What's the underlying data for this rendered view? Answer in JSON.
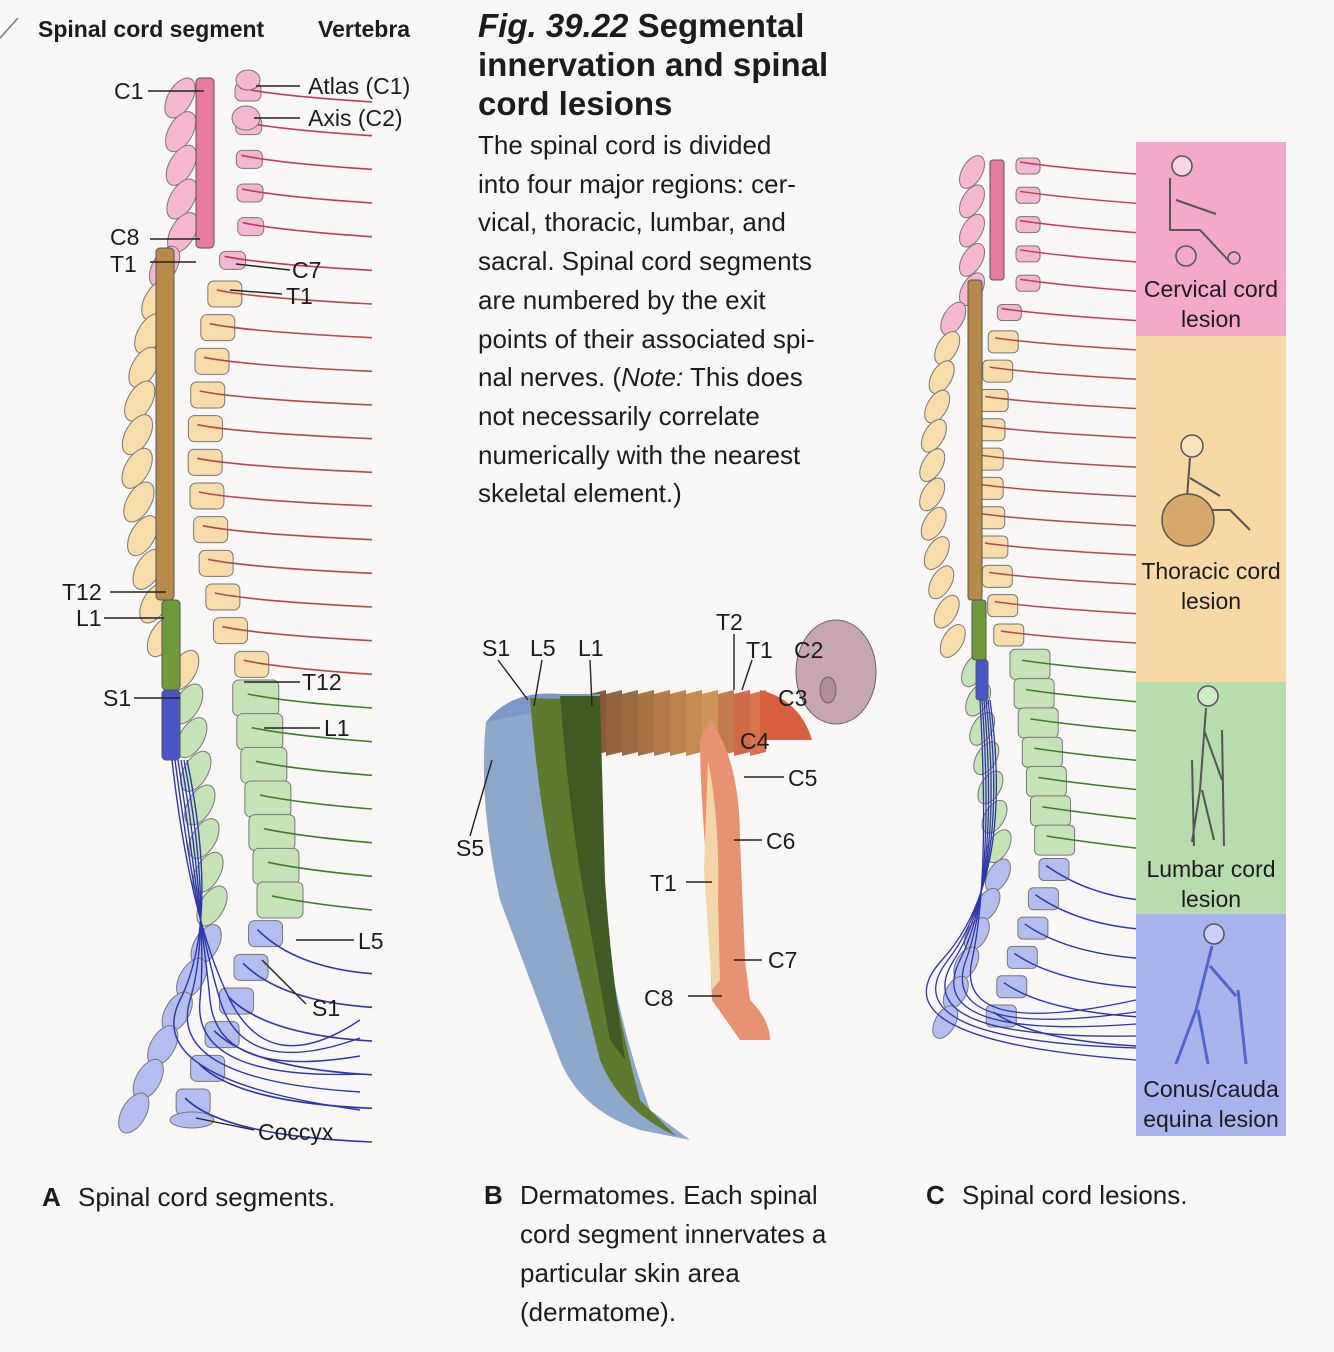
{
  "panel_a": {
    "header_segment": "Spinal cord segment",
    "header_vertebra": "Vertebra",
    "cord_labels": [
      "C1",
      "C8",
      "T1",
      "T12",
      "L1",
      "S1"
    ],
    "vertebra_labels": [
      "Atlas (C1)",
      "Axis (C2)",
      "C7",
      "T1",
      "T12",
      "L1",
      "L5",
      "S1",
      "Coccyx"
    ],
    "caption_letter": "A",
    "caption": "Spinal cord segments."
  },
  "figure": {
    "number": "Fig. 39.22",
    "title": "Segmental innervation and spinal cord lesions",
    "body_lines": [
      "The spinal cord is divided",
      "into four major regions: cer-",
      "vical, thoracic, lumbar, and",
      "sacral. Spinal cord segments",
      "are numbered by the exit",
      "points of their associated spi-",
      "nal nerves. (",
      "Note:",
      " This does",
      "not necessarily correlate",
      "numerically with the nearest",
      "skeletal element.)"
    ]
  },
  "panel_b": {
    "dermatome_labels": [
      "S1",
      "L5",
      "L1",
      "T2",
      "T1",
      "C2",
      "C3",
      "C4",
      "C5",
      "S5",
      "C6",
      "T1",
      "C7",
      "C8"
    ],
    "caption_letter": "B",
    "caption": "Dermatomes. Each spinal cord segment innervates a particular skin area (dermatome)."
  },
  "panel_c": {
    "lesions": [
      {
        "label_1": "Cervical cord",
        "label_2": "lesion",
        "color": "#f2a9c9"
      },
      {
        "label_1": "Thoracic cord",
        "label_2": "lesion",
        "color": "#f7d8a6"
      },
      {
        "label_1": "Lumbar cord",
        "label_2": "lesion",
        "color": "#b7dcae"
      },
      {
        "label_1": "Conus/cauda",
        "label_2": "equina lesion",
        "color": "#a9b4ec"
      }
    ],
    "caption_letter": "C",
    "caption": "Spinal cord lesions."
  },
  "colors": {
    "cervical": "#e8799f",
    "thoracic": "#b88a4a",
    "lumbar": "#6f9a3c",
    "sacral": "#4a55c8",
    "nerve_cervical": "#c03a5c",
    "nerve_thoracic": "#b04a4a",
    "nerve_lumbar": "#3f7a2c",
    "nerve_sacral": "#2e36a8",
    "vert_cervical": "#f4b7cf",
    "vert_thoracic": "#f8dcaa",
    "vert_lumbar": "#c6e3b8",
    "vert_sacral": "#b3bdf0"
  }
}
